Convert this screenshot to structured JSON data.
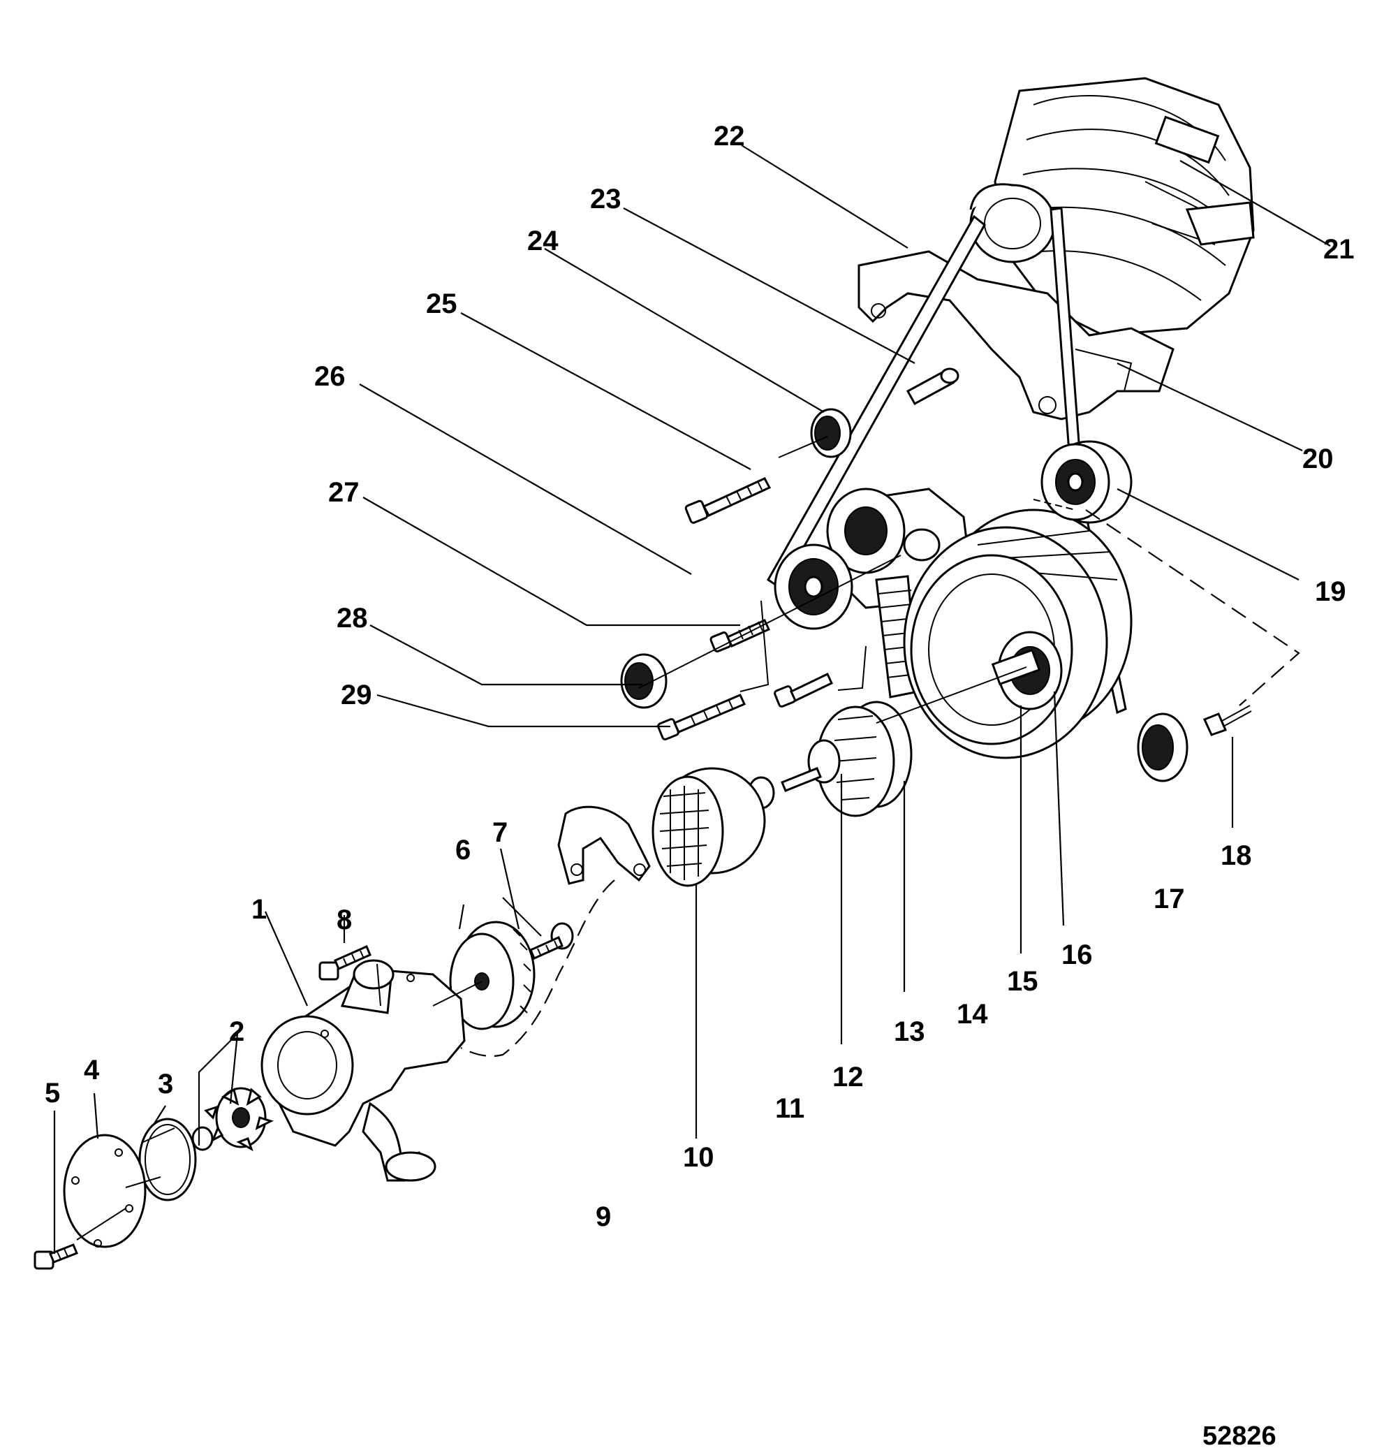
{
  "figure_number": "52826",
  "callouts": {
    "c1": "1",
    "c2": "2",
    "c3": "3",
    "c4": "4",
    "c5": "5",
    "c6": "6",
    "c7": "7",
    "c8": "8",
    "c9": "9",
    "c10": "10",
    "c11": "11",
    "c12": "12",
    "c13": "13",
    "c14": "14",
    "c15": "15",
    "c16": "16",
    "c17": "17",
    "c18": "18",
    "c19": "19",
    "c20": "20",
    "c21": "21",
    "c22": "22",
    "c23": "23",
    "c24": "24",
    "c25": "25",
    "c26": "26",
    "c27": "27",
    "c28": "28",
    "c29": "29"
  }
}
